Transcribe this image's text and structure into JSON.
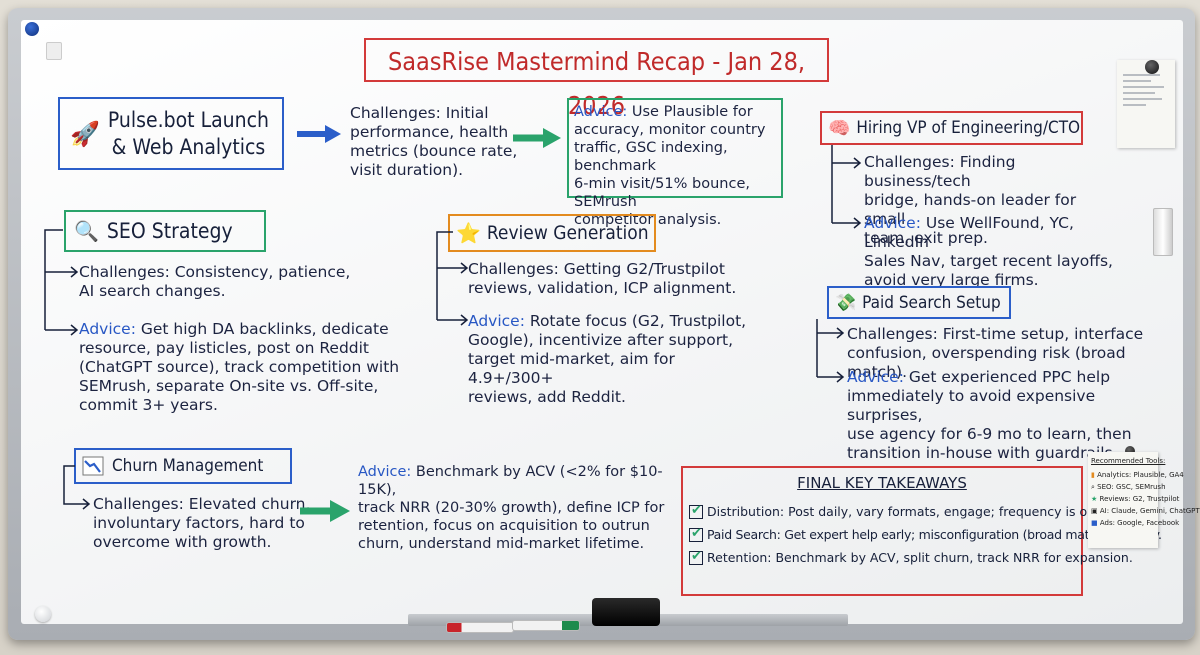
{
  "title": "SaasRise Mastermind Recap - Jan 28, 2026",
  "sections": {
    "pulse": {
      "heading_line1": "Pulse.bot Launch",
      "heading_line2": "& Web Analytics",
      "challenges": "Challenges: Initial\nperformance, health\nmetrics (bounce rate,\nvisit duration).",
      "advice_label": "Advice:",
      "advice": " Use Plausible for\naccuracy, monitor country\ntraffic, GSC indexing, benchmark\n6-min visit/51% bounce, SEMrush\ncompetitor analysis."
    },
    "seo": {
      "heading": "SEO Strategy",
      "challenges": "Challenges: Consistency, patience,\nAI search changes.",
      "advice_label": "Advice:",
      "advice": " Get high DA backlinks, dedicate\nresource, pay listicles, post on Reddit\n(ChatGPT source), track competition with\nSEMrush, separate On-site vs. Off-site,\ncommit 3+ years."
    },
    "review": {
      "heading": "Review Generation",
      "challenges": "Challenges: Getting G2/Trustpilot\nreviews, validation, ICP alignment.",
      "advice_label": "Advice:",
      "advice": " Rotate focus (G2, Trustpilot,\nGoogle), incentivize after support,\ntarget mid-market, aim for 4.9+/300+\nreviews, add Reddit."
    },
    "hiring": {
      "heading": "Hiring VP of Engineering/CTO",
      "challenges": "Challenges: Finding business/tech\nbridge, hands-on leader for small\nteam, exit prep.",
      "advice_label": "Advice:",
      "advice": " Use WellFound, YC, LinkedIn\nSales Nav, target recent layoffs,\navoid very large firms."
    },
    "paid": {
      "heading": "Paid Search Setup",
      "challenges": "Challenges: First-time setup, interface\nconfusion, overspending risk (broad match).",
      "advice_label": "Advice:",
      "advice": " Get experienced PPC help\nimmediately to avoid expensive surprises,\nuse agency for 6-9 mo to learn, then\ntransition in-house with guardrails."
    },
    "churn": {
      "heading": "Churn Management",
      "challenges": "Challenges: Elevated churn,\ninvoluntary factors, hard to\novercome with growth.",
      "advice_label": "Advice:",
      "advice": " Benchmark by ACV (<2% for $10-15K),\ntrack NRR (20-30% growth), define ICP for\nretention, focus on acquisition to outrun\nchurn, understand mid-market lifetime."
    }
  },
  "takeaways": {
    "heading": "FINAL KEY TAKEAWAYS",
    "items": [
      "Distribution: Post daily, vary formats, engage; frequency is okay!",
      "Paid Search: Get expert help early; misconfiguration (broad match) is costly.",
      "Retention: Benchmark by ACV, split churn, track NRR for expansion."
    ]
  },
  "tools": {
    "heading": "Recommended Tools:",
    "items": [
      "Analytics: Plausible, GA4",
      "SEO: GSC, SEMrush",
      "Reviews: G2, Trustpilot",
      "AI: Claude, Gemini, ChatGPT",
      "Ads: Google, Facebook"
    ]
  },
  "colors": {
    "title_red": "#c02a2a",
    "box_blue": "#2b5ec9",
    "box_green": "#2aa36b",
    "box_orange": "#e38b1f",
    "box_red": "#d33a3a",
    "ink": "#17203a"
  }
}
